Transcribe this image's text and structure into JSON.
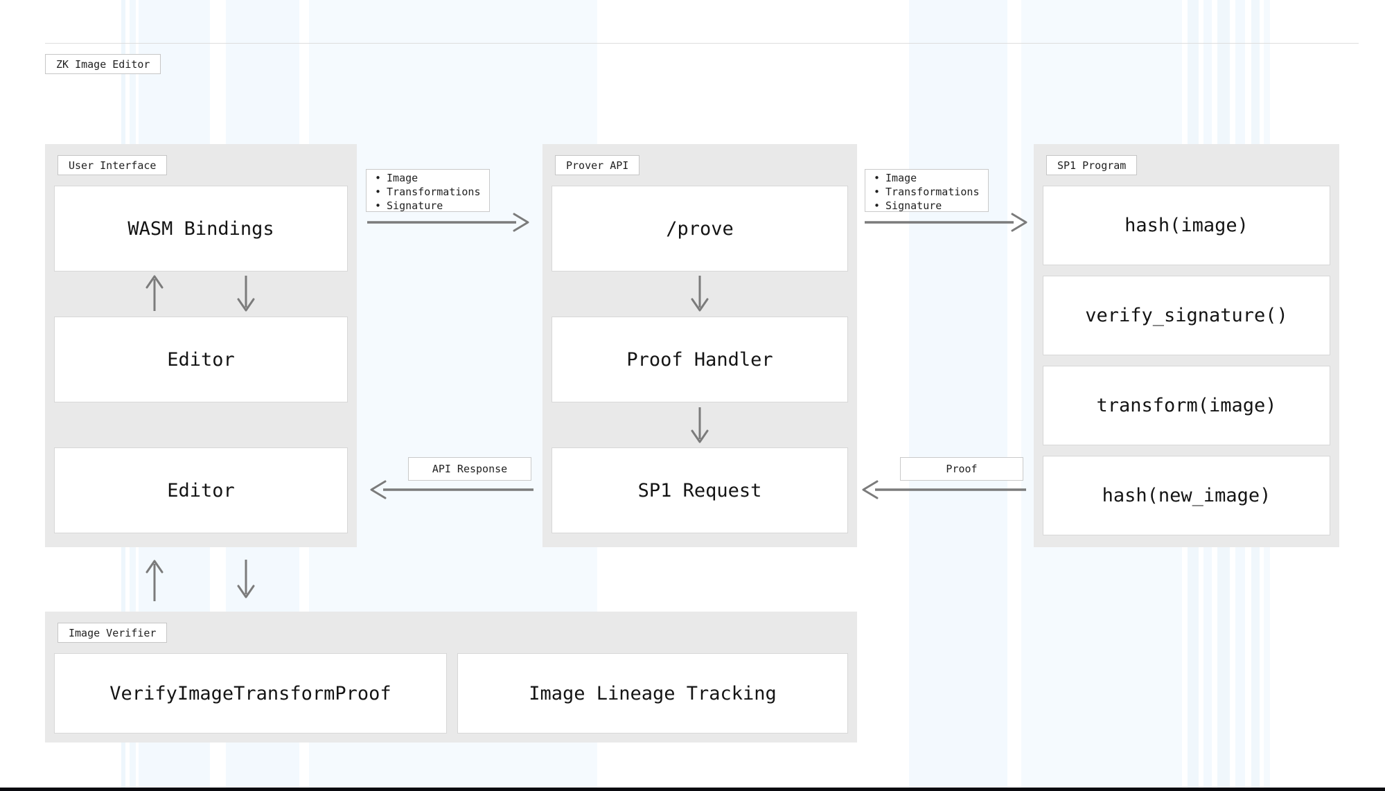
{
  "page": {
    "title_badge": "ZK Image Editor"
  },
  "containers": {
    "user_interface": {
      "label": "User Interface",
      "nodes": {
        "wasm_bindings": "WASM Bindings",
        "editor_top": "Editor",
        "editor_bottom": "Editor"
      }
    },
    "prover_api": {
      "label": "Prover API",
      "nodes": {
        "prove_endpoint": "/prove",
        "proof_handler": "Proof Handler",
        "sp1_request": "SP1 Request"
      }
    },
    "sp1_program": {
      "label": "SP1 Program",
      "nodes": {
        "hash_image": "hash(image)",
        "verify_signature": "verify_signature()",
        "transform_image": "transform(image)",
        "hash_new_image": "hash(new_image)"
      }
    },
    "image_verifier": {
      "label": "Image Verifier",
      "nodes": {
        "verify_image_transform_proof": "VerifyImageTransformProof",
        "image_lineage_tracking": "Image Lineage Tracking"
      }
    }
  },
  "edges": {
    "ui_to_prover": {
      "bullet": "•",
      "items": [
        "Image",
        "Transformations",
        "Signature"
      ]
    },
    "prover_to_sp1": {
      "bullet": "•",
      "items": [
        "Image",
        "Transformations",
        "Signature"
      ]
    },
    "sp1_request_to_editor": {
      "label": "API Response"
    },
    "sp1_program_to_prover": {
      "label": "Proof"
    }
  },
  "colors": {
    "container_bg": "#e9e9e9",
    "node_bg": "#ffffff",
    "node_border": "#d7d7d7",
    "badge_border": "#c6c6c6",
    "arrow": "#7b7b7b",
    "text": "#1a1a1a",
    "stripe_tint": "#f3f9fe",
    "top_divider": "#dddddd",
    "bottom_bar": "#0a0a0f"
  }
}
